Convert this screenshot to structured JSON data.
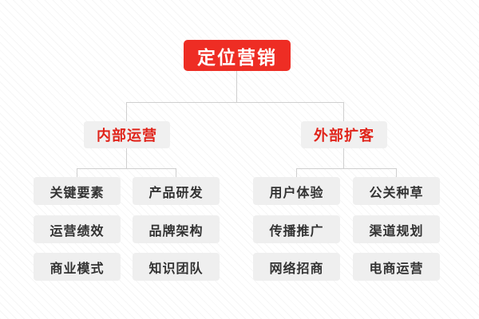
{
  "diagram": {
    "type": "org-tree",
    "title": "定位营销",
    "root": {
      "label": "定位营销",
      "bg_color": "#ee2d24",
      "text_color": "#ffffff"
    },
    "branches": [
      {
        "label": "内部运营",
        "bg_color": "#f0f0f0",
        "text_color": "#e0231a",
        "columns": [
          {
            "items": [
              "关键要素",
              "运营绩效",
              "商业模式"
            ]
          },
          {
            "items": [
              "产品研发",
              "品牌架构",
              "知识团队"
            ]
          }
        ]
      },
      {
        "label": "外部扩客",
        "bg_color": "#f0f0f0",
        "text_color": "#e0231a",
        "columns": [
          {
            "items": [
              "用户体验",
              "传播推广",
              "网络招商"
            ]
          },
          {
            "items": [
              "公关种草",
              "渠道规划",
              "电商运营"
            ]
          }
        ]
      }
    ],
    "leaf_style": {
      "bg_color": "#efefef",
      "text_color": "#323232"
    },
    "connector_color": "#cfcfcf",
    "background_color": "#ffffff"
  }
}
